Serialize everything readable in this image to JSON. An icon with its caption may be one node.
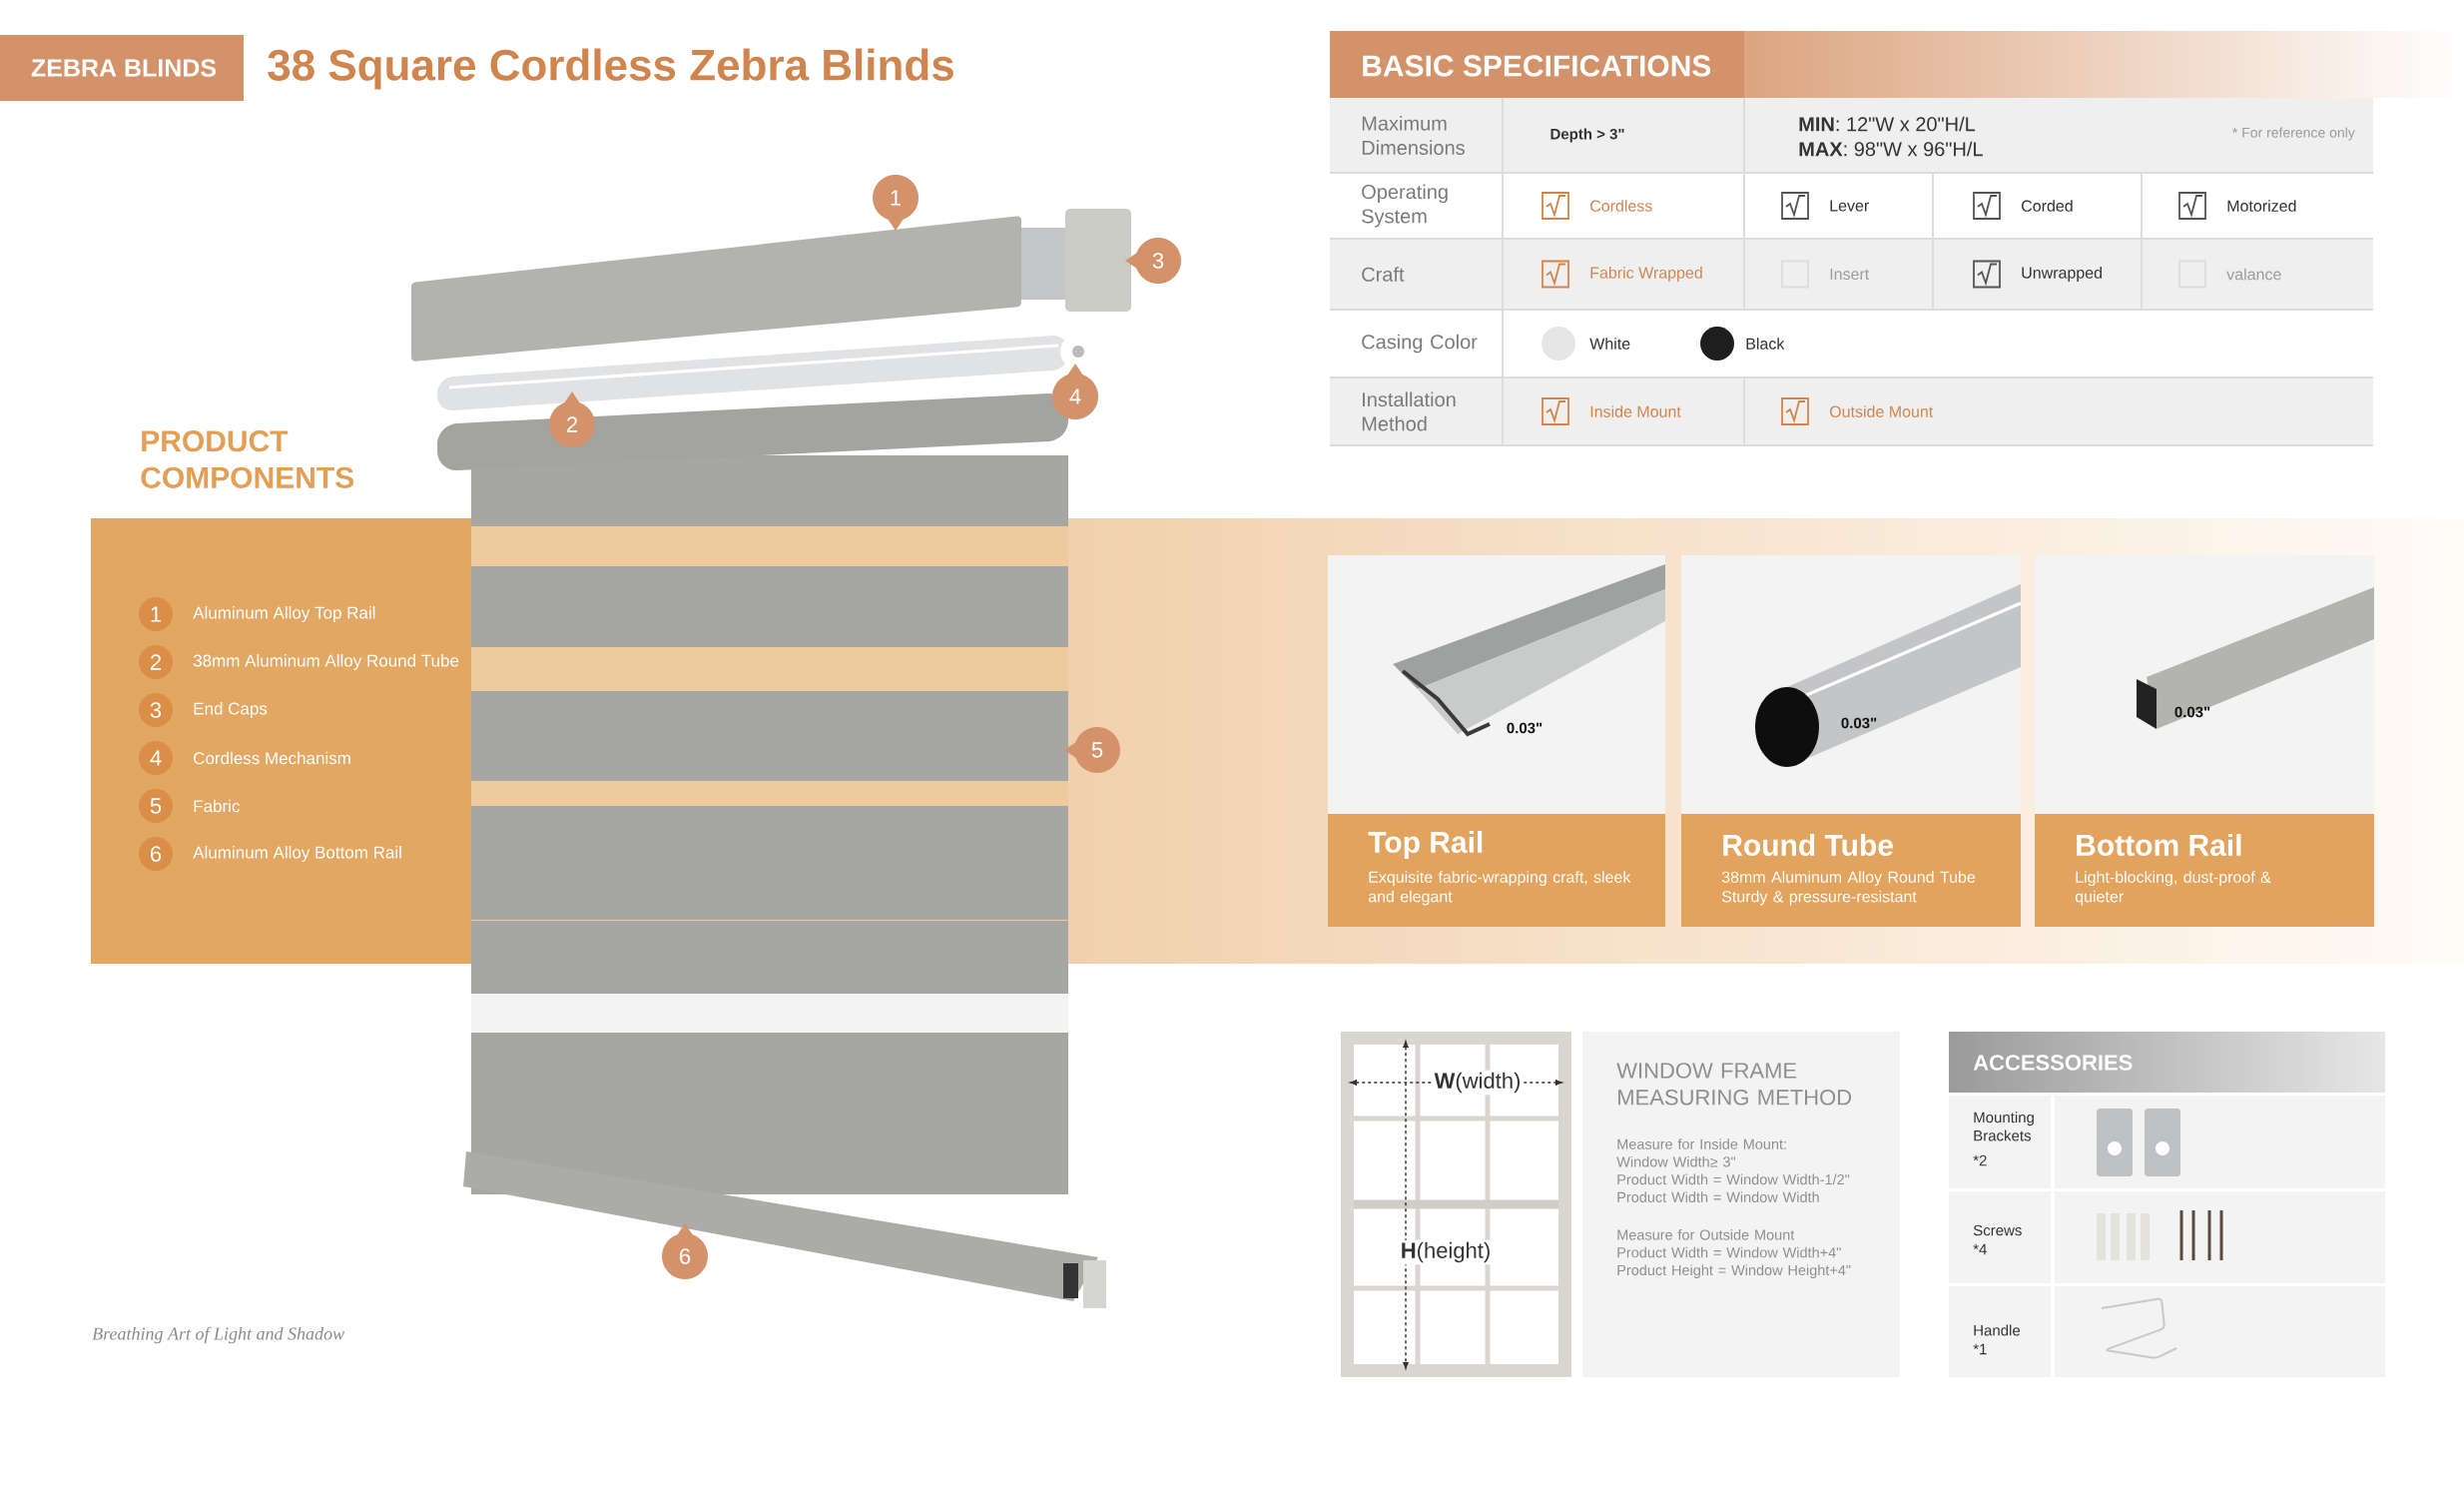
{
  "diagram": {
    "title": "38 Square Cordless Zebra Blinds",
    "nodes": [
      {
        "text": [
          "Top Rail",
          "Exquisite fabric-wrapping craft, sleek and elegant"
        ]
      },
      {
        "text": [
          "Round Tube",
          "38mm Aluminum Alloy Round Tube Sturdy & pressure-resistant"
        ]
      },
      {
        "text": [
          "Bottom Rail",
          "Light-blocking, dust-proof & quieter"
        ]
      },
      {
        "text": [
          "WINDOW FRAME MEASURING METHOD",
          "Measure for Inside Mount:",
          "Window Width≥ 3\"",
          "Product Width = Window Width-1/2\"",
          "Product Width = Window Width",
          "Measure for Outside Mount",
          "Product Width = Window Width+4\"",
          "Product Height = Window Height+4\""
        ]
      }
    ],
    "labels": [
      "ZEBRA BLINDS",
      "BASIC SPECIFICATIONS",
      "Maximum Dimensions",
      "Depth > 3\"",
      "**MIN**: 12\"W x 20\"H/L",
      "**MAX**: 98\"W x 96\"H/L",
      "* For reference only",
      "Operating System",
      "Cordless",
      "Lever",
      "Corded",
      "Motorized",
      "Craft",
      "Fabric Wrapped",
      "Insert",
      "Unwrapped",
      "valance",
      "Casing Color",
      "White",
      "Black",
      "Installation Method",
      "Inside Mount",
      "Outside Mount",
      "1",
      "2",
      "3",
      "4",
      "5",
      "6",
      "PRODUCT COMPONENTS",
      "1",
      "Aluminum Alloy Top Rail",
      "2",
      "38mm Aluminum Alloy Round Tube",
      "3",
      "End Caps",
      "4",
      "Cordless Mechanism",
      "5",
      "Fabric",
      "6",
      "Aluminum Alloy Bottom Rail",
      "0.03\"",
      "0.03\"",
      "0.03\"",
      "**W**(width)",
      "**H**(height)",
      "ACCESSORIES",
      "Mounting Brackets",
      "*2",
      "Screws",
      "*4",
      "Handle",
      "*1",
      "Breathing Art of Light and Shadow"
    ]
  }
}
